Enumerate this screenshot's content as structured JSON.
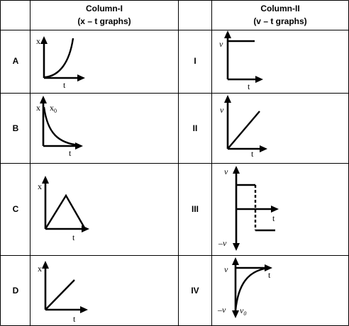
{
  "table": {
    "header": {
      "col1_title": "Column-I",
      "col1_sub": "(x – t graphs)",
      "col2_title": "Column-II",
      "col2_sub": "(v – t graphs)"
    },
    "rows": [
      {
        "left_label": "A",
        "right_label": "I",
        "left_graph": {
          "y_axis": "x",
          "x_axis": "t",
          "shape": "exponential-increase"
        },
        "right_graph": {
          "y_axis": "v",
          "x_axis": "t",
          "shape": "constant-positive"
        }
      },
      {
        "left_label": "B",
        "right_label": "II",
        "left_graph": {
          "y_axis": "x",
          "y_axis_extra": "x",
          "y_axis_extra_sub": "0",
          "x_axis": "t",
          "shape": "exponential-decay"
        },
        "right_graph": {
          "y_axis": "v",
          "x_axis": "t",
          "shape": "linear-increase"
        }
      },
      {
        "left_label": "C",
        "right_label": "III",
        "left_graph": {
          "y_axis": "x",
          "x_axis": "t",
          "shape": "triangle"
        },
        "right_graph": {
          "y_axis": "v",
          "y_axis_neg": "–v",
          "x_axis": "t",
          "shape": "square-step"
        }
      },
      {
        "left_label": "D",
        "right_label": "IV",
        "left_graph": {
          "y_axis": "x",
          "x_axis": "t",
          "shape": "linear-increase"
        },
        "right_graph": {
          "y_axis": "v",
          "y_axis_neg": "–v",
          "y_axis_neg_extra": "v",
          "y_axis_neg_extra_sub": "0",
          "x_axis": "t",
          "shape": "exponential-rise-from-negative"
        }
      }
    ]
  }
}
